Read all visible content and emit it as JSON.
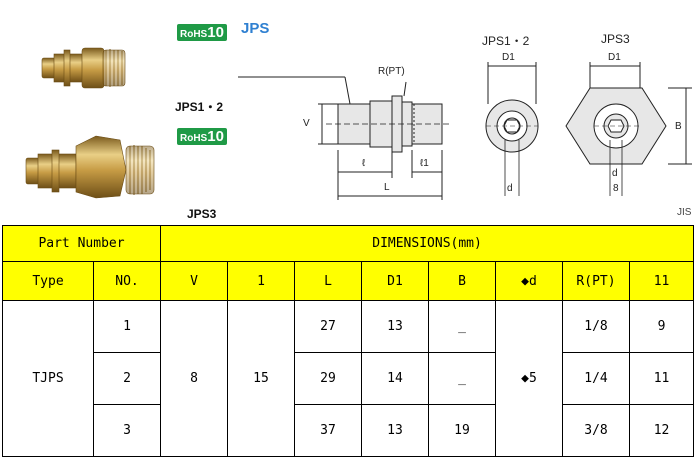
{
  "catalog": {
    "rohs_badge": "RoHS10",
    "rohs_prefix": "RoHS",
    "rohs_number": "10",
    "series_name": "JPS",
    "photo_caption_1": "JPS1・2",
    "photo_caption_2": "JPS3",
    "view_label_1": "JPS1・2",
    "view_label_2": "JPS3",
    "standard_note": "JIS",
    "dim_labels": {
      "thread": "R(PT)",
      "v": "V",
      "l_small": "ℓ",
      "l1": "ℓ1",
      "l_total": "L",
      "d1_a": "D1",
      "d1_b": "D1",
      "d": "d",
      "b": "B",
      "d_b": "d",
      "eight": "8"
    }
  },
  "table": {
    "header1": {
      "part_number": "Part Number",
      "dimensions": "DIMENSIONS(mm)"
    },
    "header2": [
      "Type",
      "NO.",
      "V",
      "1",
      "L",
      "D1",
      "B",
      "◆d",
      "R(PT)",
      "11"
    ],
    "type_value": "TJPS",
    "v_value": "8",
    "l_value": "15",
    "d_value": "◆5",
    "rows": [
      {
        "no": "1",
        "L": "27",
        "D1": "13",
        "B": "_",
        "R": "1/8",
        "l1": "9"
      },
      {
        "no": "2",
        "L": "29",
        "D1": "14",
        "B": "_",
        "R": "1/4",
        "l1": "11"
      },
      {
        "no": "3",
        "L": "37",
        "D1": "13",
        "B": "19",
        "R": "3/8",
        "l1": "12"
      }
    ]
  }
}
